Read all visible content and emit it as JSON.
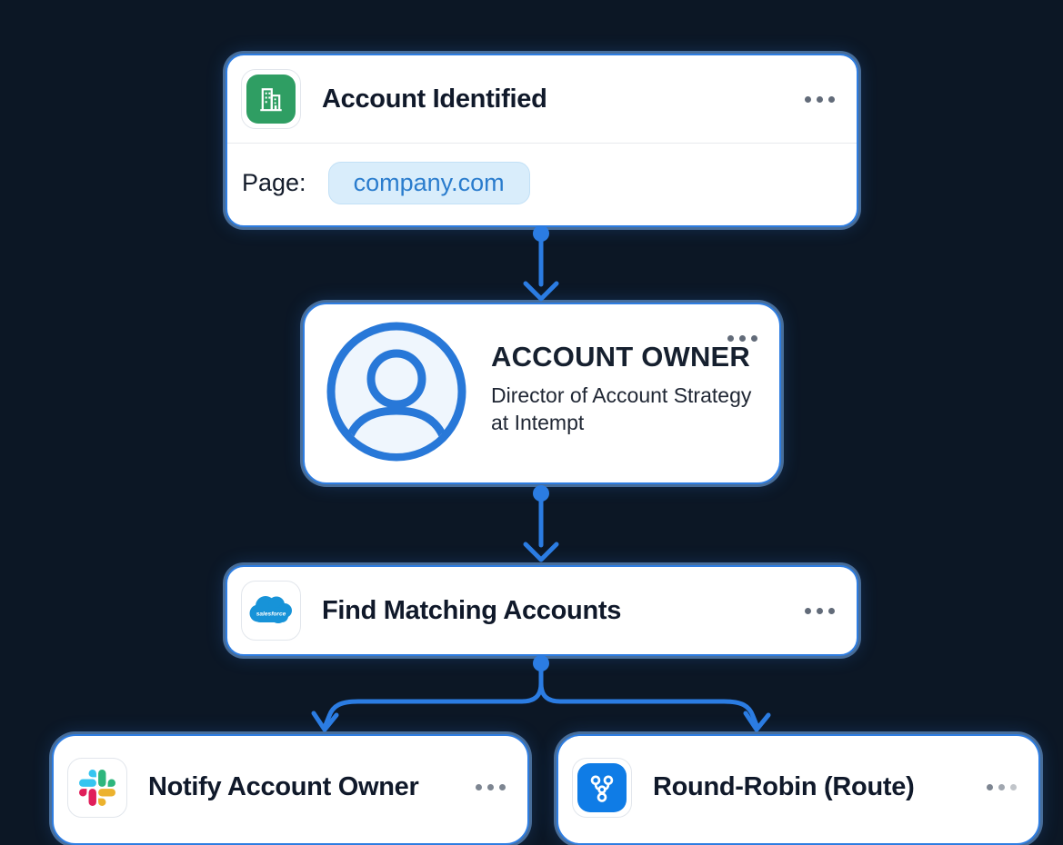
{
  "canvas": {
    "background": "#0c1725",
    "connector_blue": "#2b7ce2"
  },
  "colors": {
    "node_border": "#2e7de1",
    "buildings_icon_green": "#2f9e63",
    "salesforce_blue": "#1793d8",
    "route_icon_blue": "#0f7ce6",
    "chip_bg": "#d9edfb",
    "chip_text": "#2a7ccd",
    "slack_blue": "#36C5F0",
    "slack_green": "#2EB67D",
    "slack_red": "#E01E5A",
    "slack_yellow": "#ECB22E"
  },
  "nodes": [
    {
      "title": "Account Identified",
      "icon": "buildings-icon",
      "field_label": "Page:",
      "field_value": "company.com"
    },
    {
      "title": "ACCOUNT OWNER",
      "subtitle_line1": "Director of Account Strategy",
      "subtitle_line2": "at Intempt",
      "icon": "person-avatar-icon"
    },
    {
      "title": "Find Matching Accounts",
      "icon": "salesforce-logo-icon",
      "logo_text": "salesforce"
    },
    {
      "title": "Notify Account Owner",
      "icon": "slack-logo-icon"
    },
    {
      "title": "Round-Robin (Route)",
      "icon": "route-split-icon"
    }
  ]
}
